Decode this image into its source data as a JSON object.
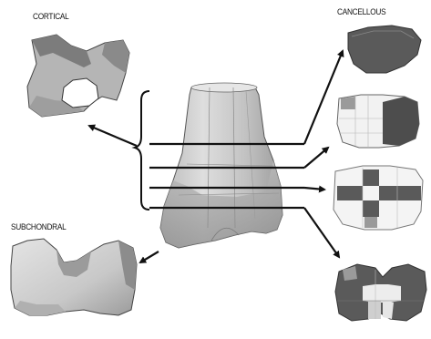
{
  "labels": {
    "cortical": "CORTICAL",
    "cancellous": "CANCELLOUS",
    "subchondral": "SUBCHONDRAL"
  },
  "colors": {
    "bone_light": "#d6d6d6",
    "bone_mid": "#a9a9a9",
    "bone_dark": "#6f6f6f",
    "cancellous_tissue": "#4a4a4a",
    "outline": "#222222",
    "background": "#ffffff"
  },
  "figure": {
    "central_bone": "distal femur model",
    "section_lines": 4,
    "cortical_section": "ring-shaped cross-section",
    "subchondral_section": "condylar cross-section",
    "cancellous_sections": 4
  }
}
